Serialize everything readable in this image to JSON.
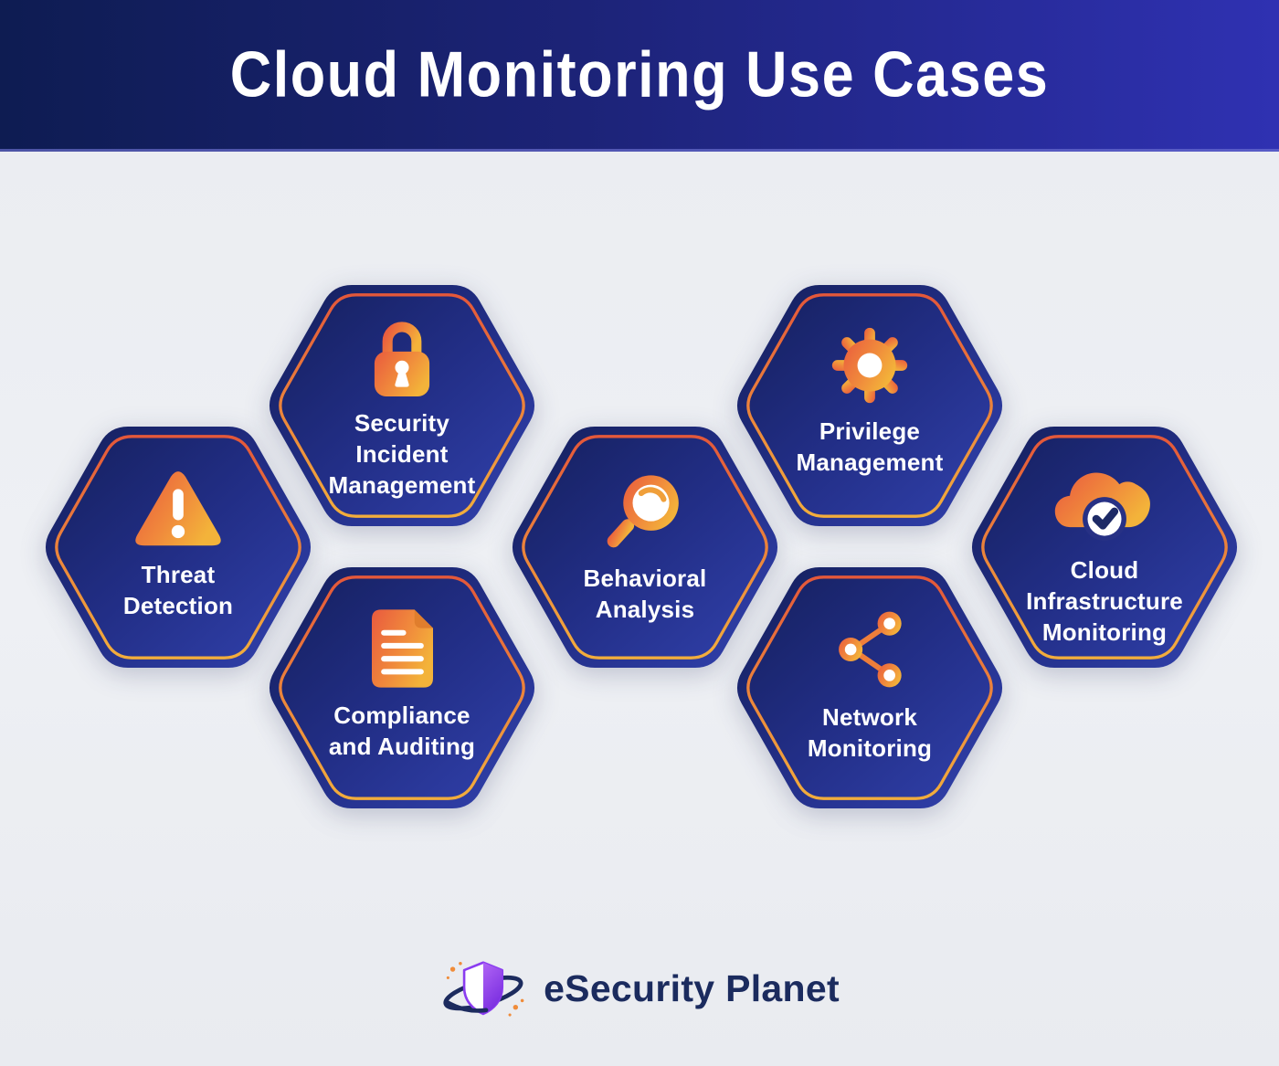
{
  "header": {
    "title": "Cloud Monitoring Use Cases"
  },
  "cards": [
    {
      "id": "threat-detection",
      "label": "Threat\nDetection",
      "icon": "warning-triangle-icon"
    },
    {
      "id": "security-incident-management",
      "label": "Security\nIncident\nManagement",
      "icon": "lock-icon"
    },
    {
      "id": "compliance-and-auditing",
      "label": "Compliance\nand Auditing",
      "icon": "document-icon"
    },
    {
      "id": "behavioral-analysis",
      "label": "Behavioral\nAnalysis",
      "icon": "magnifier-icon"
    },
    {
      "id": "privilege-management",
      "label": "Privilege\nManagement",
      "icon": "gear-icon"
    },
    {
      "id": "network-monitoring",
      "label": "Network\nMonitoring",
      "icon": "share-network-icon"
    },
    {
      "id": "cloud-infrastructure-monitoring",
      "label": "Cloud\nInfrastructure\nMonitoring",
      "icon": "cloud-check-icon"
    }
  ],
  "footer": {
    "brand": "eSecurity Planet"
  },
  "colors": {
    "header_gradient": [
      "#0e1c52",
      "#2f31b2"
    ],
    "hex_fill_gradient": [
      "#141f5b",
      "#3242ae"
    ],
    "hex_border_gradient": [
      "#e4583a",
      "#f2ad3c"
    ],
    "icon_gradient": [
      "#e95a3e",
      "#f3b33a"
    ],
    "label_text": "#ffffff",
    "background": "#edeef3",
    "brand_navy": "#1b2b5e",
    "shield_purple_gradient": [
      "#b065f5",
      "#7a2ee0"
    ]
  }
}
